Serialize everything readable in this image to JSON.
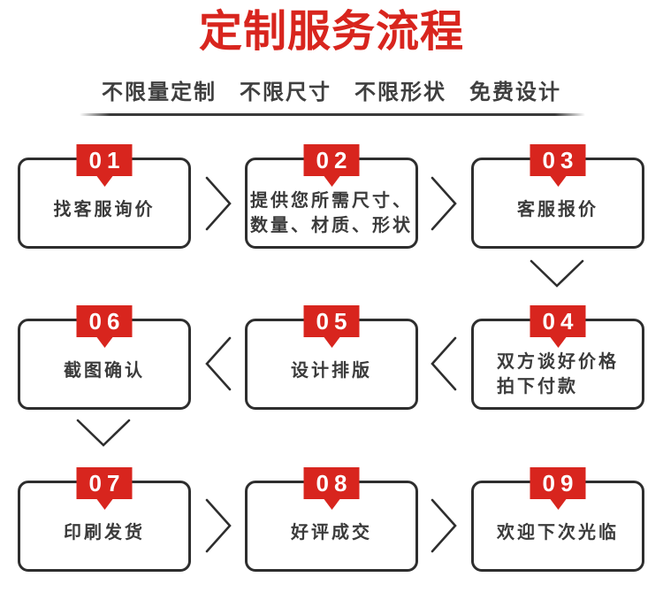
{
  "header": {
    "title": "定制服务流程",
    "subtitle_items": [
      "不限量定制",
      "不限尺寸",
      "不限形状",
      "免费设计"
    ]
  },
  "colors": {
    "accent_red": "#d8251e",
    "line_dark": "#2e2e2e",
    "text_dark": "#3b3b3b"
  },
  "flow": {
    "boxes": [
      {
        "number": "01",
        "lines": [
          "找客服询价"
        ]
      },
      {
        "number": "02",
        "lines": [
          "提供您所需尺寸、",
          "数量、材质、形状"
        ]
      },
      {
        "number": "03",
        "lines": [
          "客服报价"
        ]
      },
      {
        "number": "04",
        "lines": [
          "双方谈好价格",
          "拍下付款"
        ]
      },
      {
        "number": "05",
        "lines": [
          "设计排版"
        ]
      },
      {
        "number": "06",
        "lines": [
          "截图确认"
        ]
      },
      {
        "number": "07",
        "lines": [
          "印刷发货"
        ]
      },
      {
        "number": "08",
        "lines": [
          "好评成交"
        ]
      },
      {
        "number": "09",
        "lines": [
          "欢迎下次光临"
        ]
      }
    ]
  }
}
